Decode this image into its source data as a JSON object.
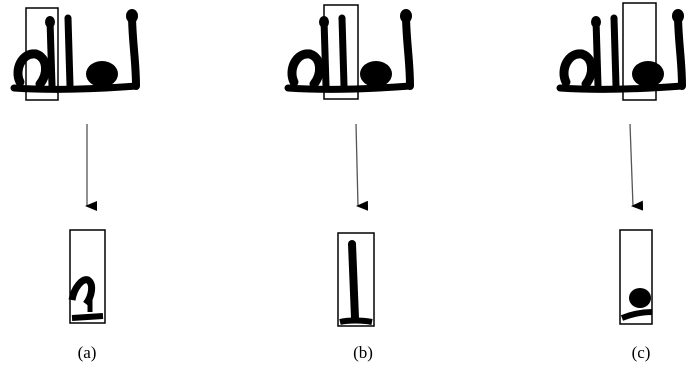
{
  "panels": [
    {
      "label": "(a)"
    },
    {
      "label": "(b)"
    },
    {
      "label": "(c)"
    }
  ],
  "colors": {
    "ink": "#000000",
    "arrow": "#555555",
    "frame": "#000000"
  }
}
